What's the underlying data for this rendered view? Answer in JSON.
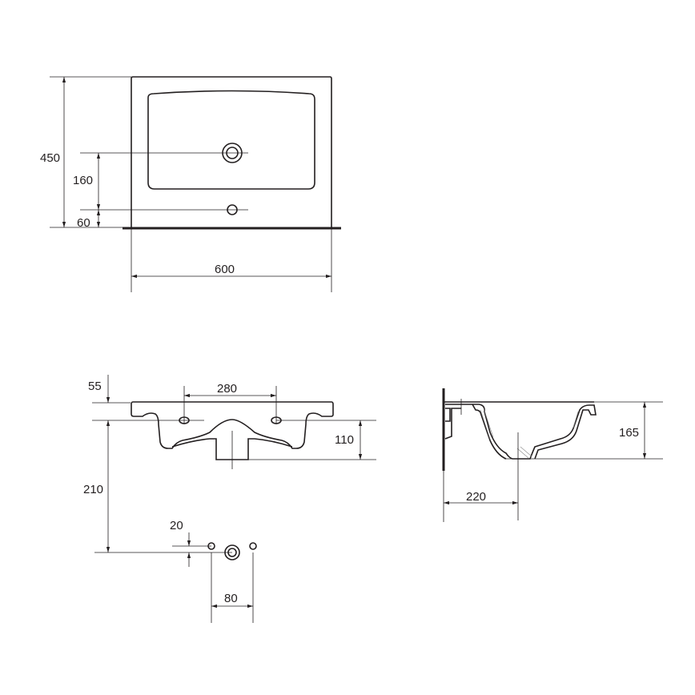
{
  "top_view": {
    "width": "600",
    "depth": "450",
    "tap_hole_offset": "160",
    "edge_to_overflow": "60"
  },
  "front_view": {
    "top_thickness": "55",
    "hole_spacing": "280",
    "bowl_depth": "110",
    "drain_height": "210",
    "offset": "20",
    "fixing_spacing": "80"
  },
  "side_view": {
    "height": "165",
    "drain_from_wall": "220"
  },
  "colors": {
    "line": "#231f20",
    "background": "#ffffff"
  }
}
